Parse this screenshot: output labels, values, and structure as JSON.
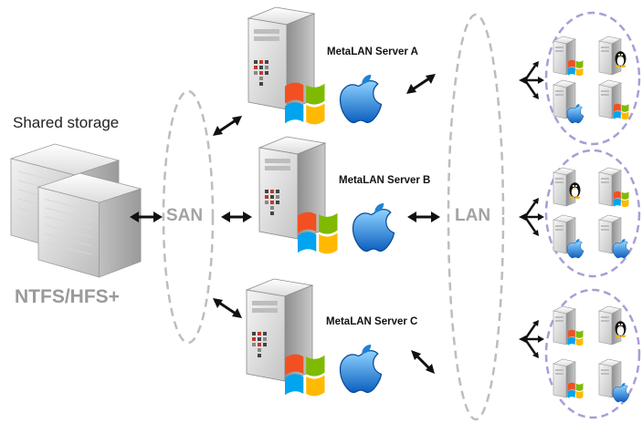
{
  "storage": {
    "title": "Shared storage",
    "filesystems": "NTFS/HFS+"
  },
  "san_label": "SAN",
  "lan_label": "LAN",
  "servers": [
    {
      "label": "MetaLAN Server A",
      "os_icons": [
        "windows-icon",
        "apple-icon"
      ]
    },
    {
      "label": "MetaLAN Server B",
      "os_icons": [
        "windows-icon",
        "apple-icon"
      ]
    },
    {
      "label": "MetaLAN Server C",
      "os_icons": [
        "windows-icon",
        "apple-icon"
      ]
    }
  ],
  "client_groups": [
    {
      "clients": [
        "windows-icon",
        "linux-icon",
        "apple-icon",
        "windows-icon"
      ]
    },
    {
      "clients": [
        "linux-icon",
        "windows-icon",
        "apple-icon",
        "apple-icon"
      ]
    },
    {
      "clients": [
        "windows-icon",
        "linux-icon",
        "windows-icon",
        "apple-icon"
      ]
    }
  ],
  "colors": {
    "dashed_san_lan": "#bdbdbd",
    "client_group_ring": "#a89ed6",
    "arrow": "#111111",
    "label_gray": "#a3a3a3"
  }
}
